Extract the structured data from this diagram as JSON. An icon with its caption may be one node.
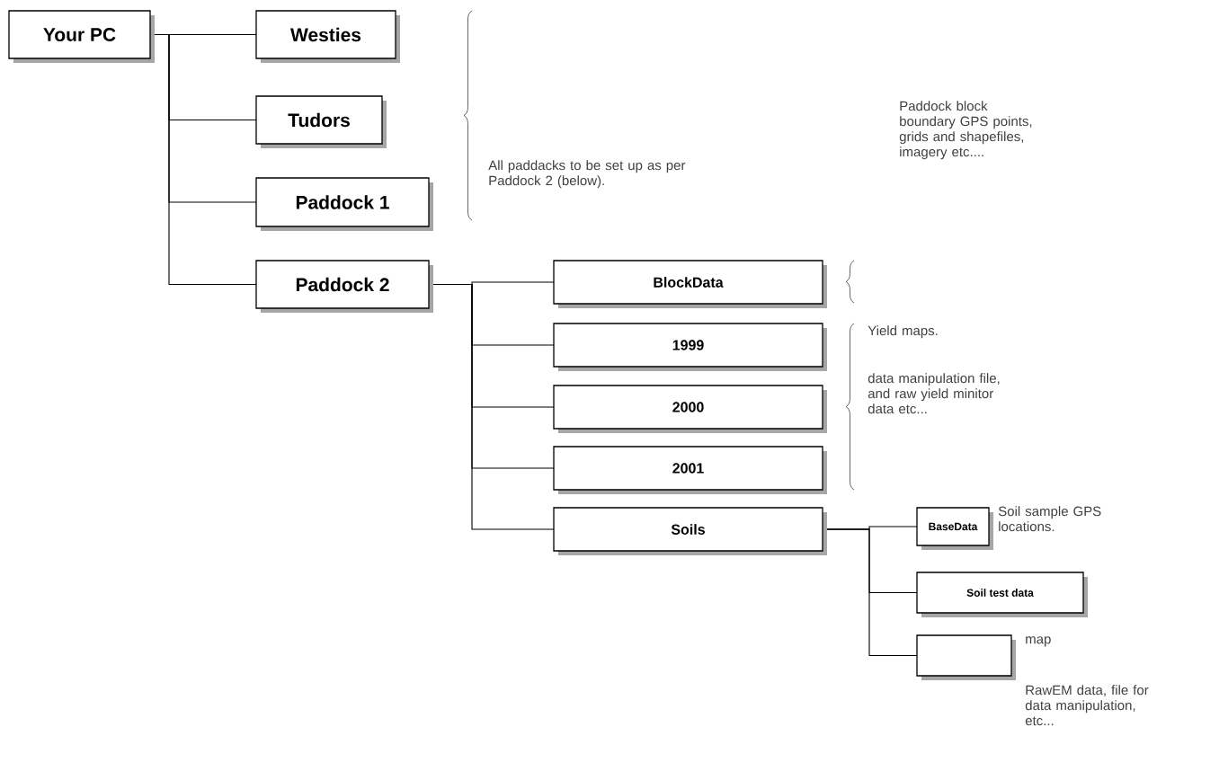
{
  "diagram": {
    "nodes": [
      {
        "text": [
          "Your PC"
        ]
      },
      {
        "text": [
          "Westies"
        ]
      },
      {
        "text": [
          "Tudors"
        ]
      },
      {
        "text": [
          "Paddock 1"
        ]
      },
      {
        "text": [
          "Paddock 2"
        ]
      },
      {
        "text": [
          "BlockData"
        ]
      },
      {
        "text": [
          "1999"
        ]
      },
      {
        "text": [
          "2000"
        ]
      },
      {
        "text": [
          "2001"
        ]
      },
      {
        "text": [
          "Soils"
        ]
      },
      {
        "text": [
          "BaseData"
        ],
        "beside": [
          "Soil sample GPS locations."
        ]
      },
      {
        "text": [
          "Soil test data"
        ]
      },
      {
        "text": [],
        "shape": "box",
        "beside": [
          "map",
          "RawEM data, file for data manipulation, etc..."
        ]
      }
    ],
    "edges": [
      {
        "from": 0,
        "to": 1,
        "arrow": "none"
      },
      {
        "from": 0,
        "to": 2,
        "arrow": "none"
      },
      {
        "from": 0,
        "to": 3,
        "arrow": "none"
      },
      {
        "from": 0,
        "to": 4,
        "arrow": "none"
      },
      {
        "from": 4,
        "to": 5,
        "arrow": "none"
      },
      {
        "from": 4,
        "to": 6,
        "arrow": "none"
      },
      {
        "from": 4,
        "to": 7,
        "arrow": "none"
      },
      {
        "from": 4,
        "to": 8,
        "arrow": "none"
      },
      {
        "from": 4,
        "to": 9,
        "arrow": "none"
      },
      {
        "from": 9,
        "to": 10,
        "arrow": "none"
      },
      {
        "from": 9,
        "to": 11,
        "arrow": "none"
      },
      {
        "from": 9,
        "to": 12,
        "arrow": "none"
      }
    ],
    "labels": [
      "All paddacks to be set up as per Paddock 2 (below).",
      "Paddock block boundary GPS points, grids and shapefiles, imagery etc....",
      "Yield maps.",
      "data manipulation file, and raw yield minitor data etc..."
    ]
  }
}
